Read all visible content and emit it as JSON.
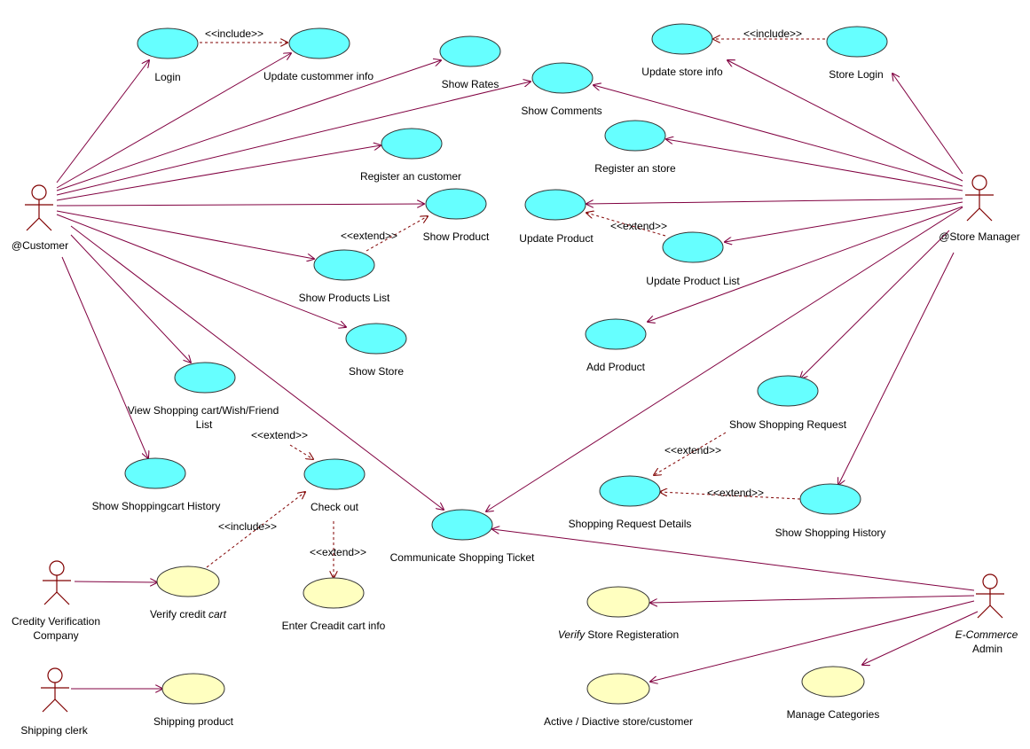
{
  "actors": {
    "customer": "@Customer",
    "store_manager": "@Store Manager",
    "credit_company_line1": "Credity Verification",
    "credit_company_line2": "Company",
    "shipping_clerk": "Shipping clerk",
    "admin_line1": "E-Commerce",
    "admin_line2": "Admin"
  },
  "use_cases": {
    "login": "Login",
    "update_customer_info": "Update custommer info",
    "show_rates": "Show Rates",
    "show_comments": "Show Comments",
    "register_customer": "Register an customer",
    "show_product": "Show Product",
    "show_products_list": "Show Products List",
    "show_store": "Show Store",
    "view_cart_line1": "View Shopping cart/Wish/Friend",
    "view_cart_line2": "List",
    "show_cart_history": "Show Shoppingcart History",
    "check_out": "Check out",
    "communicate_ticket": "Communicate Shopping Ticket",
    "verify_credit_a": "Verify credit ",
    "verify_credit_b": "cart",
    "enter_credit_info": "Enter Creadit cart info",
    "shipping_product": "Shipping product",
    "update_store_info": "Update store info",
    "store_login": "Store Login",
    "register_store": "Register an store",
    "update_product": "Update Product",
    "update_product_list": "Update Product List",
    "add_product": "Add Product",
    "show_shopping_request": "Show Shopping Request",
    "shopping_request_details": "Shopping Request Details",
    "show_shopping_history": "Show Shopping History",
    "verify_store_reg_a": "Verify",
    "verify_store_reg_b": " Store Registeration",
    "active_diactive": "Active / Diactive store/customer",
    "manage_categories": "Manage Categories"
  },
  "relations": {
    "include_login": "<<include>>",
    "include_store": "<<include>>",
    "extend_product_list": "<<extend>>",
    "extend_update_list": "<<extend>>",
    "extend_checkout_top": "<<extend>>",
    "include_verify": "<<include>>",
    "extend_enter_credit": "<<extend>>",
    "extend_request_details": "<<extend>>",
    "extend_shopping_history": "<<extend>>"
  },
  "colors": {
    "use_case_fill": "#66ffff",
    "external_use_case_fill": "#ffffc0",
    "association_line": "#800040",
    "actor_stroke": "#800000"
  }
}
